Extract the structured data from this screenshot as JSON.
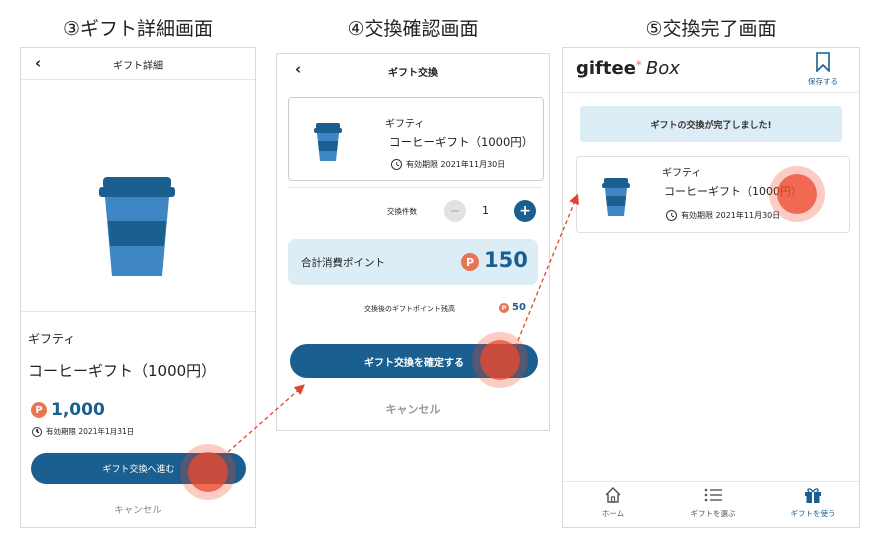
{
  "headings": {
    "s3": "③ギフト詳細画面",
    "s4": "④交換確認画面",
    "s5": "⑤交換完了画面"
  },
  "screen3": {
    "back_glyph": "‹",
    "title": "ギフト詳細",
    "brand": "ギフティ",
    "product": "コーヒーギフト（1000円）",
    "coin_glyph": "P",
    "points": "1,000",
    "expiry": "有効期限 2021年1月31日",
    "proceed_label": "ギフト交換へ進む",
    "cancel_label": "キャンセル",
    "cup_colors": {
      "dark": "#1a5f8f",
      "light": "#3f86c4"
    }
  },
  "screen4": {
    "back_glyph": "‹",
    "title": "ギフト交換",
    "brand": "ギフティ",
    "product": "コーヒーギフト（1000円）",
    "expiry": "有効期限 2021年11月30日",
    "qty_label": "交換件数",
    "qty_minus": "−",
    "qty_value": "1",
    "qty_plus": "+",
    "total_label": "合計消費ポイント",
    "coin_glyph": "P",
    "total_value": "150",
    "remaining_label": "交換後のギフトポイント残高",
    "remaining_value": "50",
    "confirm_label": "ギフト交換を確定する",
    "cancel_label": "キャンセル"
  },
  "screen5": {
    "logo_main": "giftee",
    "logo_star": "*",
    "logo_box": "Box",
    "bookmark_label": "保存する",
    "notice": "ギフトの交換が完了しました!",
    "brand": "ギフティ",
    "product": "コーヒーギフト（1000円）",
    "expiry": "有効期限 2021年11月30日",
    "tabs": [
      {
        "label": "ホーム",
        "icon": "home-icon",
        "active": false
      },
      {
        "label": "ギフトを選ぶ",
        "icon": "list-icon",
        "active": false
      },
      {
        "label": "ギフトを使う",
        "icon": "gift-icon",
        "active": true
      }
    ]
  },
  "colors": {
    "accent": "#1a5f8f",
    "coin": "#e9744f",
    "tap": "#ee482c",
    "notice_bg": "#dcedf5"
  }
}
